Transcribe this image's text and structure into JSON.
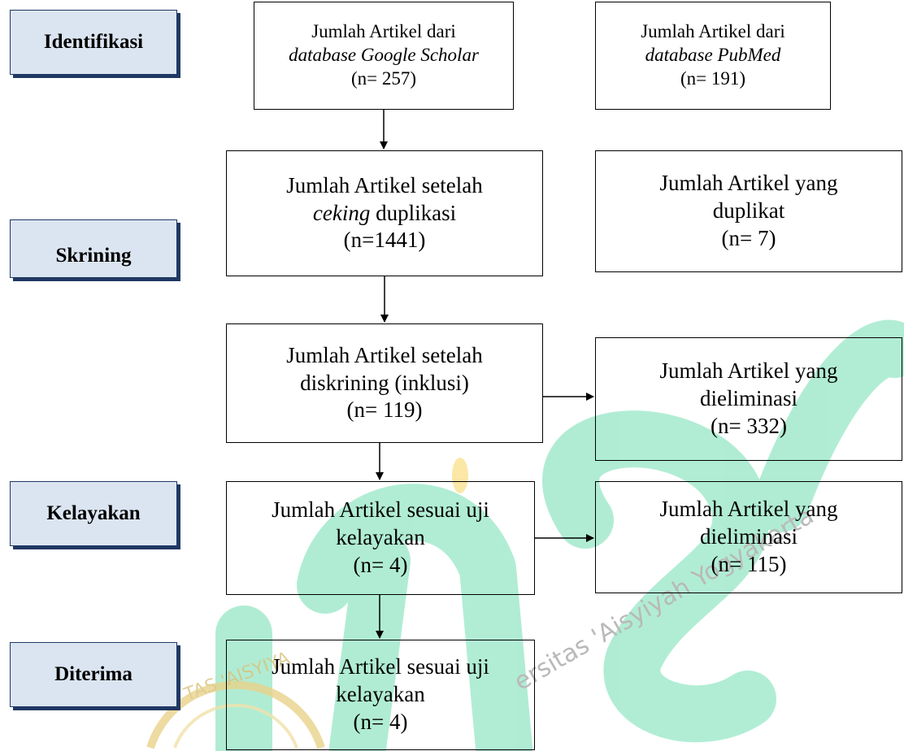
{
  "stages": {
    "identifikasi": "Identifikasi",
    "skrining": "Skrining",
    "kelayakan": "Kelayakan",
    "diterima": "Diterima"
  },
  "boxes": {
    "google": {
      "l1": "Jumlah Artikel dari",
      "l2": "database Google Scholar",
      "l3": "(n= 257)"
    },
    "pubmed": {
      "l1": "Jumlah Artikel dari",
      "l2": "database PubMed",
      "l3": "(n= 191)"
    },
    "after_dup": {
      "l1": "Jumlah Artikel setelah",
      "l2a": "ceking",
      "l2b": " duplikasi",
      "l3": "(n=1441)"
    },
    "duplicates": {
      "l1": "Jumlah Artikel yang",
      "l2": "duplikat",
      "l3": "(n= 7)"
    },
    "screened": {
      "l1": "Jumlah Artikel setelah",
      "l2": "diskrining (inklusi)",
      "l3": "(n= 119)"
    },
    "elim1": {
      "l1": "Jumlah Artikel yang",
      "l2": "dieliminasi",
      "l3": "(n= 332)"
    },
    "eligible": {
      "l1": "Jumlah Artikel sesuai uji",
      "l2": "kelayakan",
      "l3": "(n= 4)"
    },
    "elim2": {
      "l1": "Jumlah Artikel yang",
      "l2": "dieliminasi",
      "l3": "(n= 115)"
    },
    "accepted": {
      "l1": "Jumlah Artikel sesuai uji",
      "l2": "kelayakan",
      "l3": "(n= 4)"
    }
  },
  "watermark": {
    "logo_text": "unisa",
    "arc_text": "Universitas 'Aisyiyah Yogyakarta",
    "seal_text": "TAS 'AISYIYA",
    "green": "#19c48a",
    "accent": "#f5c518"
  }
}
